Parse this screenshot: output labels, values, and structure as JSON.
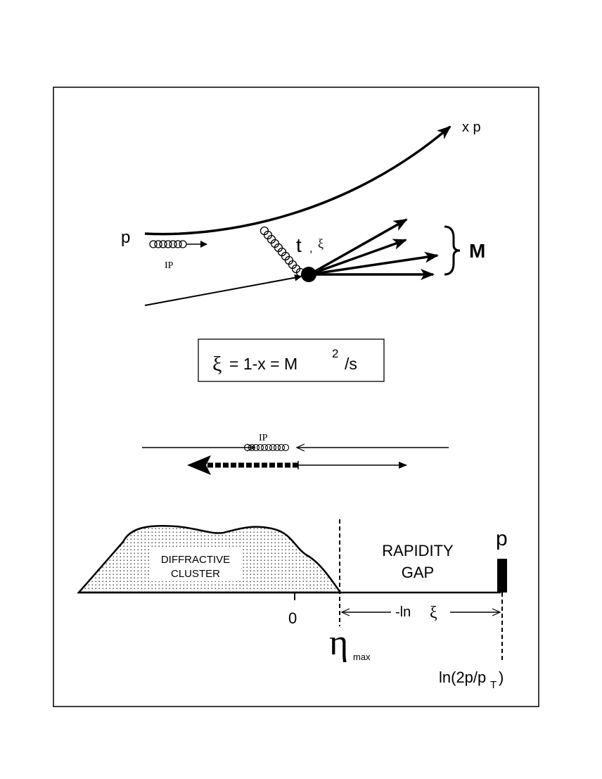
{
  "labels": {
    "xp": "x p",
    "p_in": "p",
    "pomeron_top": "IP",
    "t": "t",
    "comma": ",",
    "xi_vertex": "ξ",
    "M": "M",
    "formula": {
      "xi": "ξ",
      "eq1": "= 1-x = M",
      "sup": "2",
      "rest": "/s"
    },
    "pomeron_mid": "IP",
    "diffractive_line1": "DIFFRACTIVE",
    "diffractive_line2": "CLUSTER",
    "rapidity_line1": "RAPIDITY",
    "rapidity_line2": "GAP",
    "p_right": "p",
    "zero": "0",
    "eta": "η",
    "eta_sub": "max",
    "ln_xi_minus": "-ln",
    "ln_xi_xi": "ξ",
    "ln2p_main": "ln(2p/p",
    "ln2p_sub": "T",
    "ln2p_close": ")"
  }
}
